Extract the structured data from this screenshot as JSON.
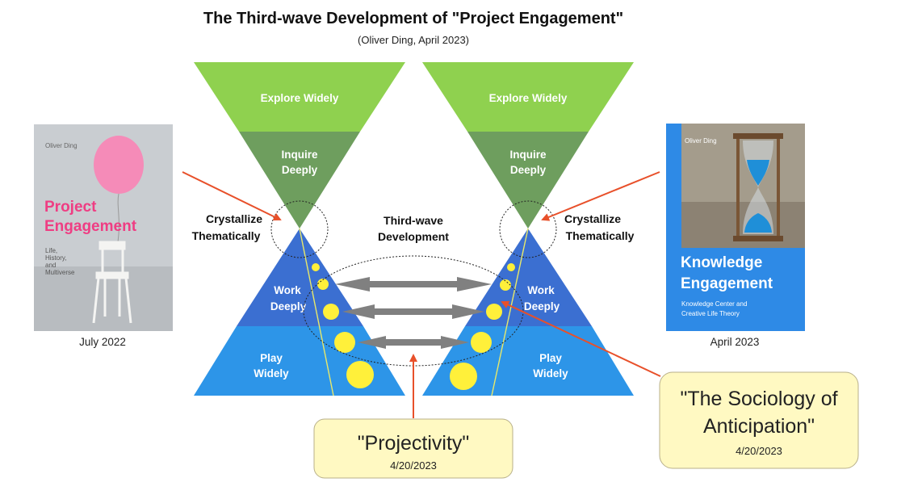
{
  "title": "The Third-wave Development of \"Project Engagement\"",
  "subtitle": "(Oliver Ding, April 2023)",
  "left_funnel": {
    "explore": "Explore Widely",
    "inquire": [
      "Inquire",
      "Deeply"
    ],
    "work": [
      "Work",
      "Deeply"
    ],
    "play": [
      "Play",
      "Widely"
    ]
  },
  "right_funnel": {
    "explore": "Explore Widely",
    "inquire": [
      "Inquire",
      "Deeply"
    ],
    "work": [
      "Work",
      "Deeply"
    ],
    "play": [
      "Play",
      "Widely"
    ]
  },
  "crystallize_left": [
    "Crystallize",
    "Thematically"
  ],
  "crystallize_right": [
    "Crystallize",
    "Thematically"
  ],
  "third_wave": [
    "Third-wave",
    "Development"
  ],
  "book_left": {
    "author": "Oliver Ding",
    "title": [
      "Project",
      "Engagement"
    ],
    "subtitle": [
      "Life,",
      "History,",
      "and",
      "Multiverse"
    ],
    "date": "July 2022"
  },
  "book_right": {
    "author": "Oliver Ding",
    "title": [
      "Knowledge",
      "Engagement"
    ],
    "subtitle": [
      "Knowledge Center and",
      "Creative Life Theory"
    ],
    "date": "April 2023"
  },
  "note_projectivity": {
    "title": "\"Projectivity\"",
    "date": "4/20/2023"
  },
  "note_sociology": {
    "title": [
      "\"The Sociology of",
      "Anticipation\""
    ],
    "date": "4/20/2023"
  },
  "colors": {
    "green_light": "#8fd14f",
    "green_dark": "#6e9e5e",
    "blue_mid": "#3b6fd1",
    "blue_light": "#2d95e8",
    "yellow": "#fff03a",
    "arrow_red": "#e8502a",
    "arrow_gray": "#808080",
    "note_fill": "#fff9c2",
    "book_blue": "#2e8ae6",
    "book_pink": "#ef3d83"
  }
}
